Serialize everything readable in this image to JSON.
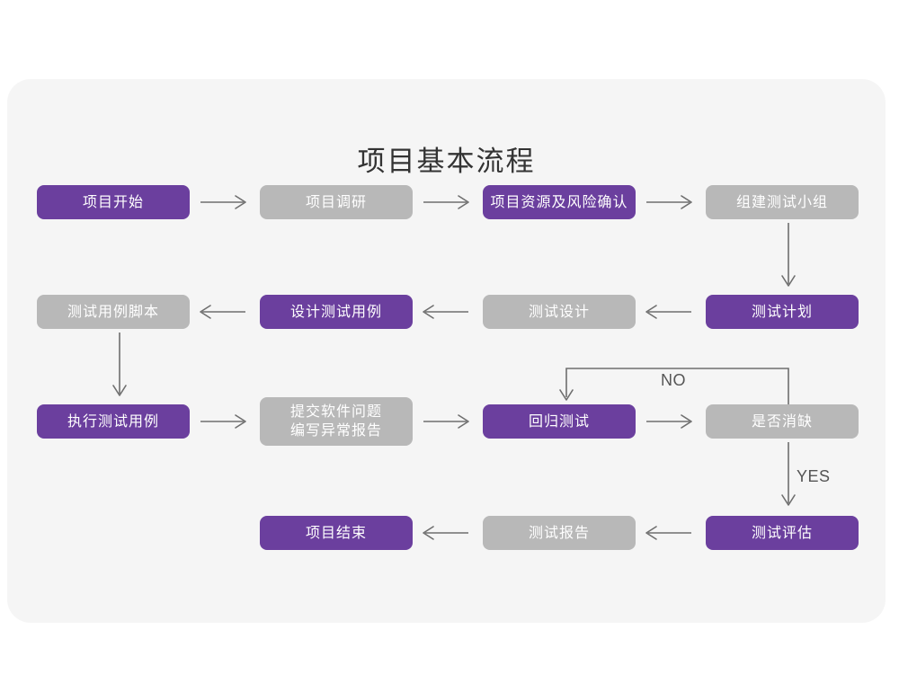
{
  "page": {
    "background": "#ffffff",
    "card_background": "#f5f5f5"
  },
  "chart": {
    "title": "项目基本流程",
    "type": "flowchart",
    "colors": {
      "active_node": "#6b3f9e",
      "inactive_node": "#b8b8b8",
      "node_text": "#ffffff",
      "connector": "#6e6e6e",
      "title_text": "#333333",
      "edge_label_text": "#555555"
    },
    "nodes": [
      {
        "id": "n1",
        "label": "项目开始",
        "style": "purple"
      },
      {
        "id": "n2",
        "label": "项目调研",
        "style": "gray"
      },
      {
        "id": "n3",
        "label": "项目资源及风险确认",
        "style": "purple"
      },
      {
        "id": "n4",
        "label": "组建测试小组",
        "style": "gray"
      },
      {
        "id": "n5",
        "label": "测试用例脚本",
        "style": "gray"
      },
      {
        "id": "n6",
        "label": "设计测试用例",
        "style": "purple"
      },
      {
        "id": "n7",
        "label": "测试设计",
        "style": "gray"
      },
      {
        "id": "n8",
        "label": "测试计划",
        "style": "purple"
      },
      {
        "id": "n9",
        "label": "执行测试用例",
        "style": "purple"
      },
      {
        "id": "n10",
        "label": "提交软件问题\n编写异常报告",
        "style": "gray"
      },
      {
        "id": "n11",
        "label": "回归测试",
        "style": "purple"
      },
      {
        "id": "n12",
        "label": "是否消缺",
        "style": "gray"
      },
      {
        "id": "n13",
        "label": "项目结束",
        "style": "purple"
      },
      {
        "id": "n14",
        "label": "测试报告",
        "style": "gray"
      },
      {
        "id": "n15",
        "label": "测试评估",
        "style": "purple"
      }
    ],
    "edges": [
      {
        "from": "n1",
        "to": "n2",
        "label": "",
        "direction": "right"
      },
      {
        "from": "n2",
        "to": "n3",
        "label": "",
        "direction": "right"
      },
      {
        "from": "n3",
        "to": "n4",
        "label": "",
        "direction": "right"
      },
      {
        "from": "n4",
        "to": "n8",
        "label": "",
        "direction": "down"
      },
      {
        "from": "n8",
        "to": "n7",
        "label": "",
        "direction": "left"
      },
      {
        "from": "n7",
        "to": "n6",
        "label": "",
        "direction": "left"
      },
      {
        "from": "n6",
        "to": "n5",
        "label": "",
        "direction": "left"
      },
      {
        "from": "n5",
        "to": "n9",
        "label": "",
        "direction": "down"
      },
      {
        "from": "n9",
        "to": "n10",
        "label": "",
        "direction": "right"
      },
      {
        "from": "n10",
        "to": "n11",
        "label": "",
        "direction": "right"
      },
      {
        "from": "n11",
        "to": "n12",
        "label": "",
        "direction": "right"
      },
      {
        "from": "n12",
        "to": "n11",
        "label": "NO",
        "direction": "loop-up-left"
      },
      {
        "from": "n12",
        "to": "n15",
        "label": "YES",
        "direction": "down"
      },
      {
        "from": "n15",
        "to": "n14",
        "label": "",
        "direction": "left"
      },
      {
        "from": "n14",
        "to": "n13",
        "label": "",
        "direction": "left"
      }
    ],
    "edge_labels": [
      {
        "id": "no-label",
        "text": "NO"
      },
      {
        "id": "yes-label",
        "text": "YES"
      }
    ]
  }
}
